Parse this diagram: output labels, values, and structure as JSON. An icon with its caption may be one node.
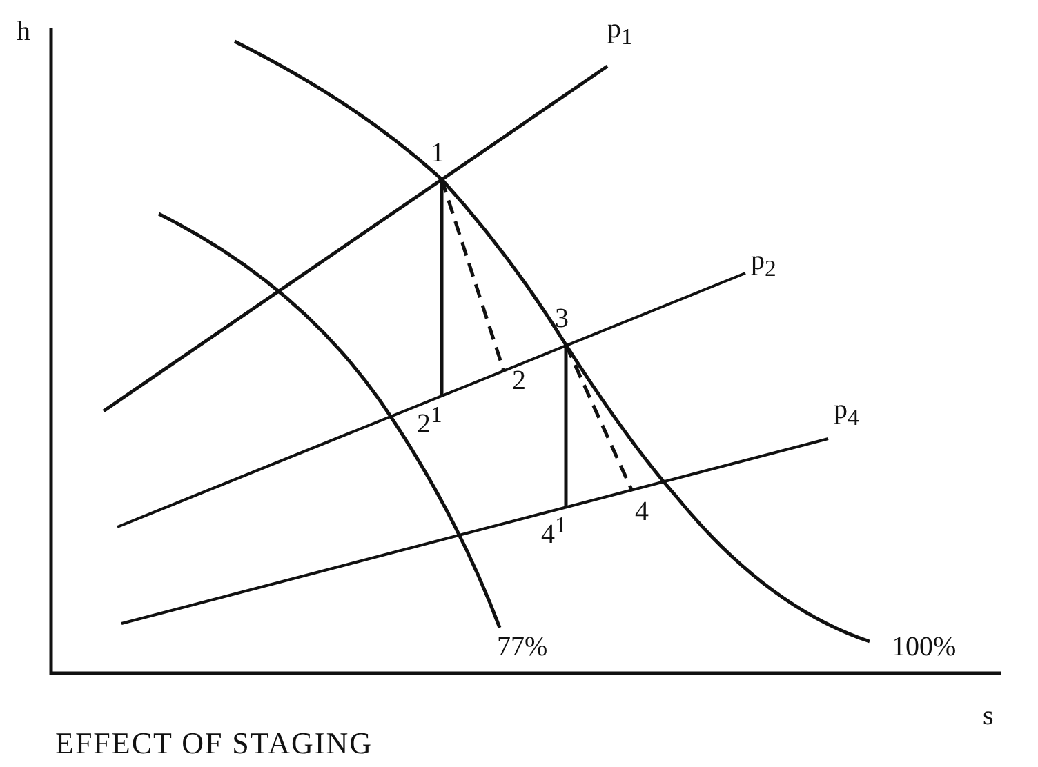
{
  "diagram": {
    "caption": "EFFECT OF STAGING",
    "nodes": [
      {
        "text": [
          "1"
        ]
      },
      {
        "text": [
          "3"
        ]
      },
      {
        "text": [
          "2$^{1}$"
        ]
      },
      {
        "text": [
          "2"
        ]
      },
      {
        "text": [
          "4$^{1}$"
        ]
      },
      {
        "text": [
          "4"
        ]
      }
    ],
    "edges": [
      {
        "from": 0,
        "to": 2,
        "arrow": "none"
      },
      {
        "from": 0,
        "to": 3,
        "arrow": "none",
        "style": "dashed"
      },
      {
        "from": 1,
        "to": 4,
        "arrow": "none"
      },
      {
        "from": 1,
        "to": 5,
        "arrow": "none",
        "style": "dashed"
      }
    ],
    "labels": [
      "h",
      "p$_{1}$",
      "p$_{2}$",
      "p$_{4}$",
      "77%",
      "100%",
      "s"
    ]
  }
}
